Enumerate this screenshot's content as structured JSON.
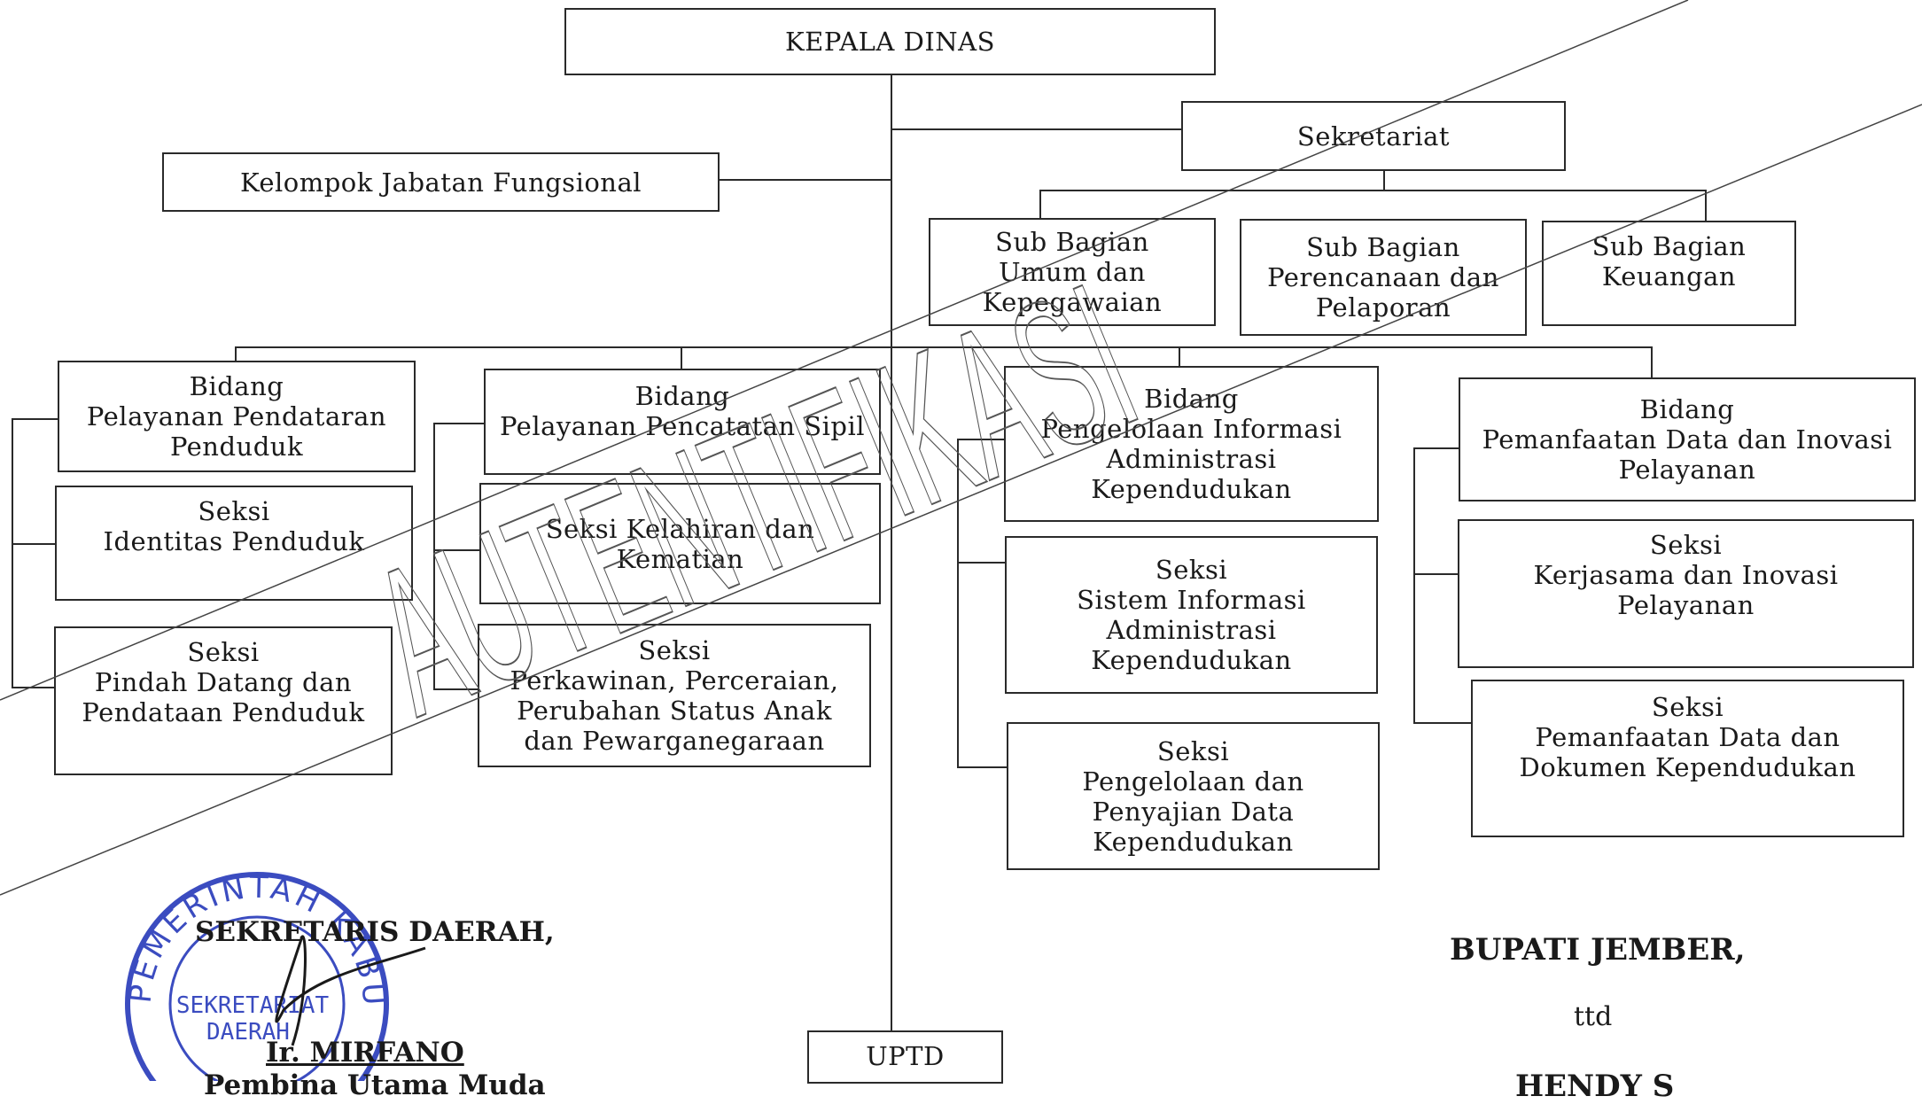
{
  "head": "KEPALA  DINAS",
  "secretariat": "Sekretariat",
  "functional_group": "Kelompok Jabatan Fungsional",
  "sub_sections": [
    [
      "Sub Bagian",
      "Umum dan",
      "Kepegawaian"
    ],
    [
      "Sub Bagian",
      "Perencanaan dan",
      "Pelaporan"
    ],
    [
      "Sub Bagian",
      "Keuangan"
    ]
  ],
  "divisions": [
    {
      "title": [
        "Bidang",
        "Pelayanan Pendataran",
        "Penduduk"
      ],
      "sections": [
        [
          "Seksi",
          "Identitas Penduduk"
        ],
        [
          "Seksi",
          "Pindah Datang dan",
          "Pendataan Penduduk"
        ]
      ]
    },
    {
      "title": [
        "Bidang",
        "Pelayanan Pencatatan Sipil"
      ],
      "sections": [
        [
          "Seksi Kelahiran dan",
          "Kematian"
        ],
        [
          "Seksi",
          "Perkawinan, Perceraian,",
          "Perubahan Status Anak",
          "dan Pewarganegaraan"
        ]
      ]
    },
    {
      "title": [
        "Bidang",
        "Pengelolaan Informasi",
        "Administrasi",
        "Kependudukan"
      ],
      "sections": [
        [
          "Seksi",
          "Sistem Informasi",
          "Administrasi",
          "Kependudukan"
        ],
        [
          "Seksi",
          "Pengelolaan dan",
          "Penyajian Data",
          "Kependudukan"
        ]
      ]
    },
    {
      "title": [
        "Bidang",
        "Pemanfaatan Data dan Inovasi",
        "Pelayanan"
      ],
      "sections": [
        [
          "Seksi",
          "Kerjasama dan Inovasi",
          "Pelayanan"
        ],
        [
          "Seksi",
          "Pemanfaatan Data dan",
          "Dokumen Kependudukan"
        ]
      ]
    }
  ],
  "uptd": "UPTD",
  "watermark": "AUTENTIFIKASI",
  "left_signature": {
    "title": "SEKRETARIS DAERAH,",
    "name": "Ir. MIRFANO",
    "rank": "Pembina Utama Muda"
  },
  "stamp": {
    "ring_text": "PEMERINTAH KABUPATEN",
    "center_line1": "SEKRETARIAT",
    "center_line2": "DAERAH"
  },
  "right_signature": {
    "title": "BUPATI JEMBER,",
    "ttd": "ttd",
    "name": "HENDY S"
  },
  "colors": {
    "stamp_blue": "#3b4cc0",
    "line": "#2a2a2a",
    "watermark": "#555555"
  }
}
